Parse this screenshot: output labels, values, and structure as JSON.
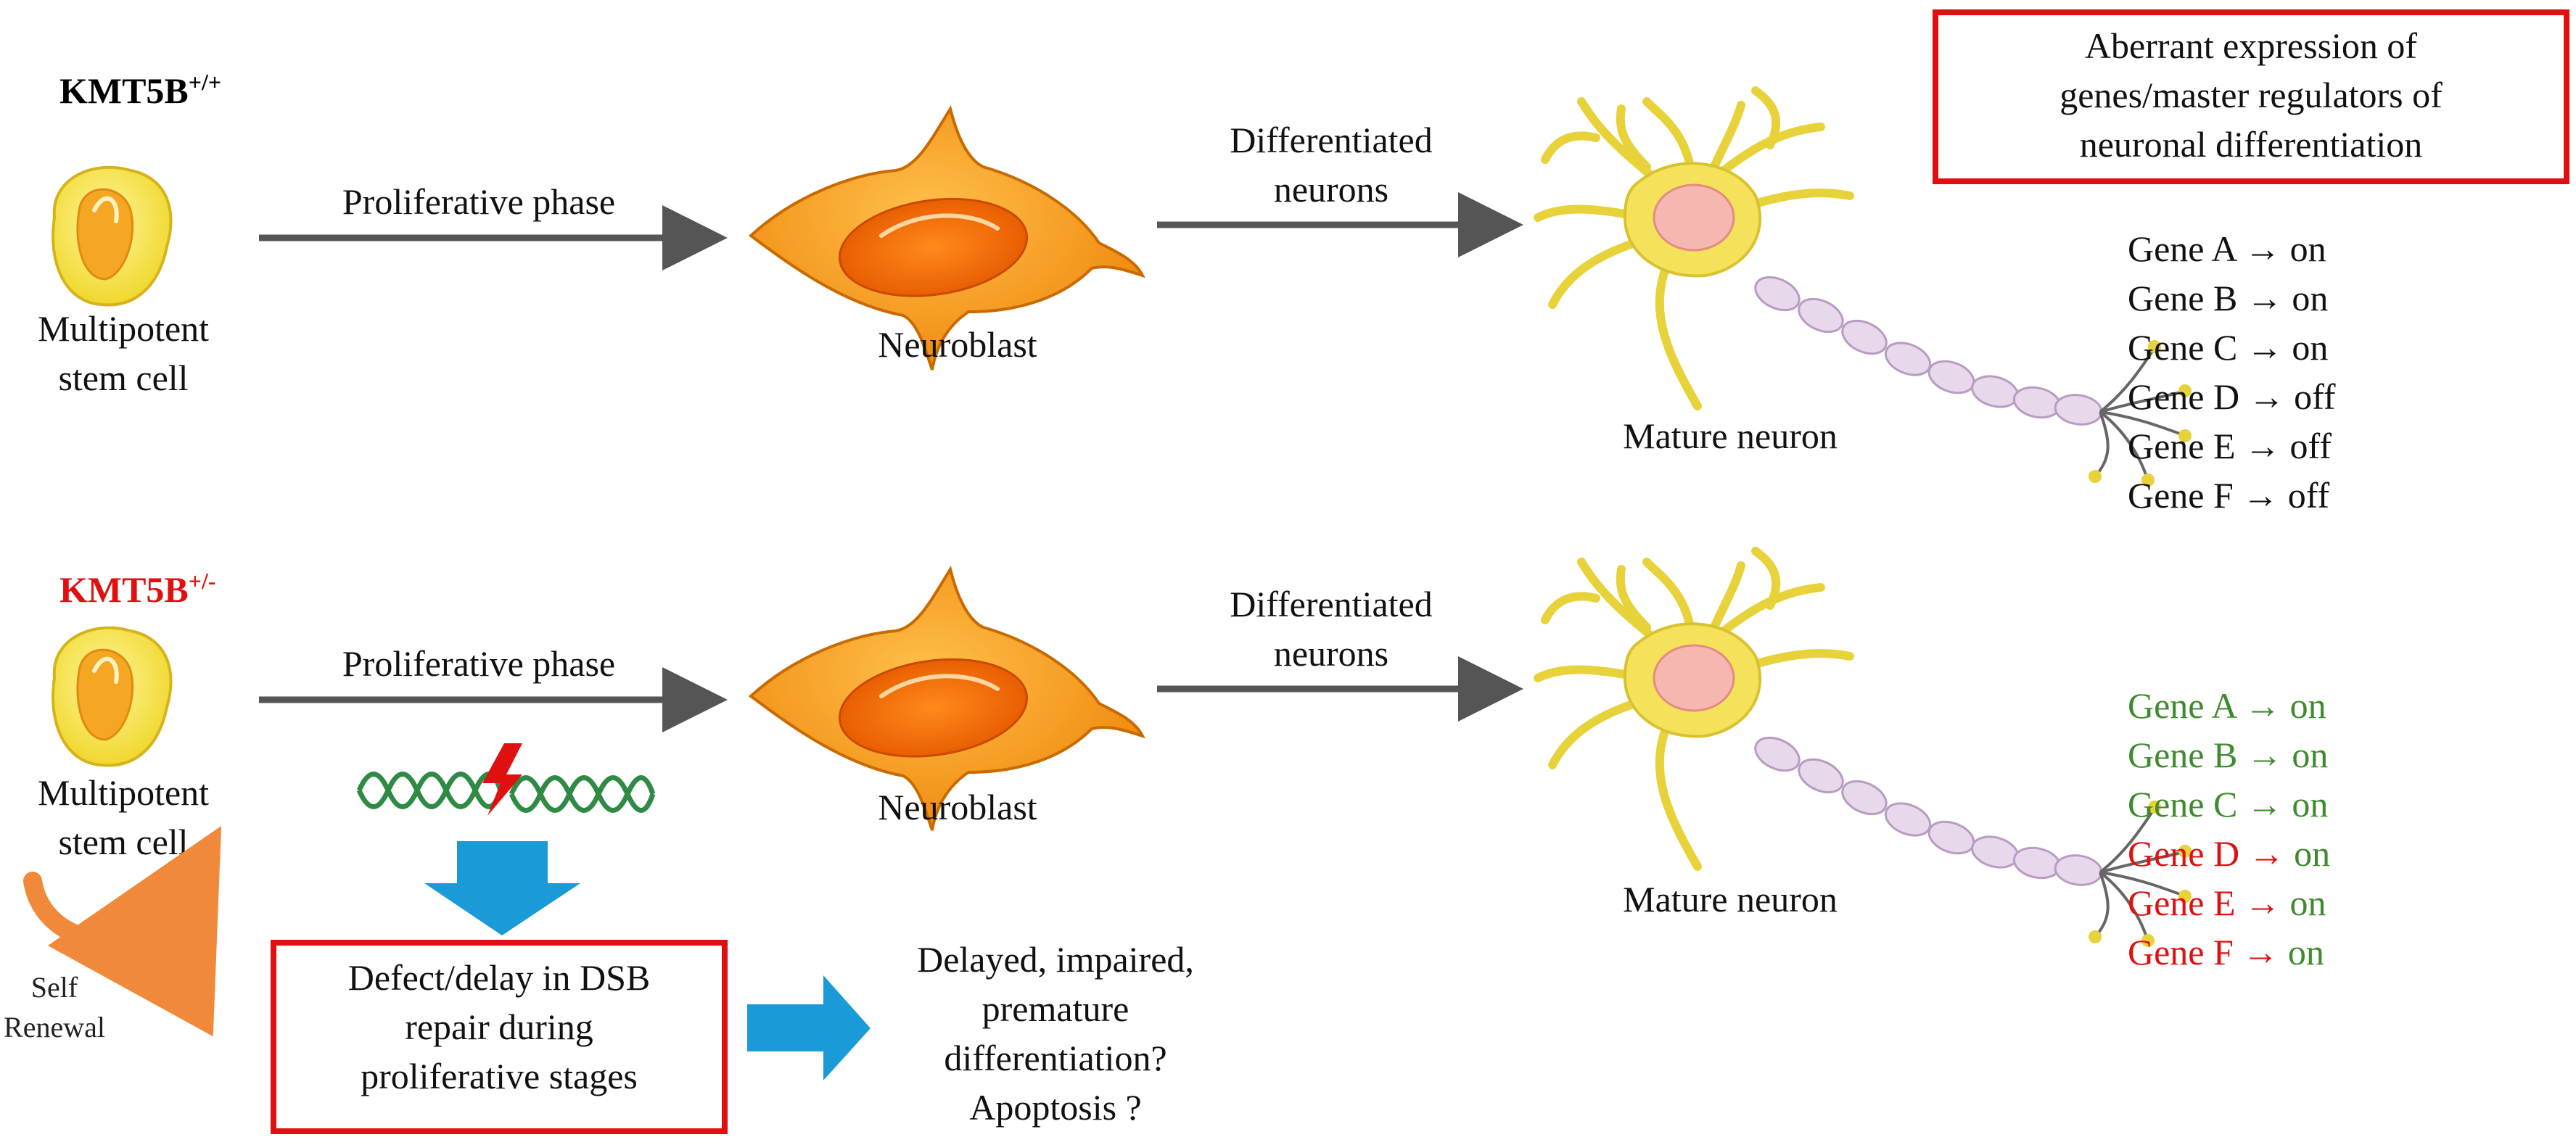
{
  "colors": {
    "text": "#111111",
    "red": "#e01010",
    "green": "#3f8a2e",
    "arrow_gray": "#555555",
    "arrow_blue": "#1a9ad6",
    "box_border": "#e01010",
    "cell_yellow": "#f5e44a",
    "cell_orange": "#f5a623"
  },
  "top_row": {
    "genotype_main": "KMT5B",
    "genotype_sup": "+/+",
    "stem_cell_line1": "Multipotent",
    "stem_cell_line2": "stem cell",
    "phase_label": "Proliferative phase",
    "neuroblast_label": "Neuroblast",
    "diff_line1": "Differentiated",
    "diff_line2": "neurons",
    "neuron_label": "Mature neuron",
    "genes": [
      {
        "text": "Gene A  → on",
        "status": "on"
      },
      {
        "text": "Gene B → on",
        "status": "on"
      },
      {
        "text": "Gene C → on",
        "status": "on"
      },
      {
        "text": "Gene D → off",
        "status": "off"
      },
      {
        "text": "Gene E → off",
        "status": "off"
      },
      {
        "text": "Gene F → off",
        "status": "off"
      }
    ]
  },
  "aberrant_box": {
    "line1": "Aberrant expression of",
    "line2": "genes/master regulators of",
    "line3": "neuronal differentiation"
  },
  "bottom_row": {
    "genotype_main": "KMT5B",
    "genotype_sup": "+/-",
    "stem_cell_line1": "Multipotent",
    "stem_cell_line2": "stem cell",
    "self_renewal_line1": "Self",
    "self_renewal_line2": "Renewal",
    "phase_label": "Proliferative phase",
    "neuroblast_label": "Neuroblast",
    "diff_line1": "Differentiated",
    "diff_line2": "neurons",
    "neuron_label": "Mature neuron",
    "genes": [
      {
        "gene": "Gene A  →",
        "state": "on",
        "gene_color": "green"
      },
      {
        "gene": "Gene B →",
        "state": "on",
        "gene_color": "green"
      },
      {
        "gene": "Gene C →",
        "state": "on",
        "gene_color": "green"
      },
      {
        "gene": "Gene D →",
        "state": "on",
        "gene_color": "red"
      },
      {
        "gene": "Gene E →",
        "state": "on",
        "gene_color": "red"
      },
      {
        "gene": "Gene F →",
        "state": "on",
        "gene_color": "red"
      }
    ],
    "dsb_box": {
      "line1": "Defect/delay in DSB",
      "line2": "repair during",
      "line3": "proliferative stages"
    },
    "outcome": {
      "line1": "Delayed, impaired,",
      "line2": "premature",
      "line3": "differentiation?",
      "line4": "Apoptosis ?"
    }
  }
}
